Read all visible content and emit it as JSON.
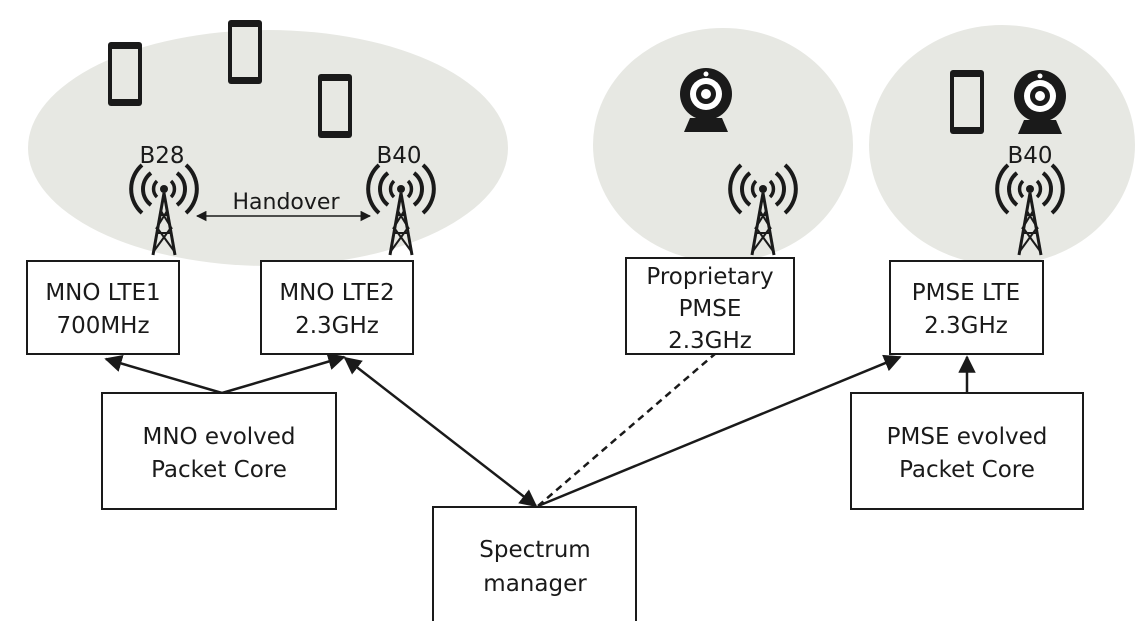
{
  "colors": {
    "cell_fill": "#e7e8e3",
    "box_stroke": "#1a1a1a",
    "box_fill": "#ffffff",
    "line": "#1a1a1a"
  },
  "labels": {
    "band_b28": "B28",
    "band_b40_left": "B40",
    "band_b40_right": "B40",
    "handover": "Handover"
  },
  "boxes": {
    "mno_lte1": {
      "line1": "MNO LTE1",
      "line2": "700MHz"
    },
    "mno_lte2": {
      "line1": "MNO LTE2",
      "line2": "2.3GHz"
    },
    "proprietary_pmse": {
      "line1": "Proprietary",
      "line2": "PMSE",
      "line3": "2.3GHz"
    },
    "pmse_lte": {
      "line1": "PMSE LTE",
      "line2": "2.3GHz"
    },
    "mno_epc": {
      "line1": "MNO evolved",
      "line2": "Packet Core"
    },
    "pmse_epc": {
      "line1": "PMSE evolved",
      "line2": "Packet Core"
    },
    "spectrum_manager": {
      "line1": "Spectrum",
      "line2": "manager"
    }
  },
  "icons": [
    "smartphone-icon",
    "webcam-icon",
    "cell-tower-icon"
  ]
}
